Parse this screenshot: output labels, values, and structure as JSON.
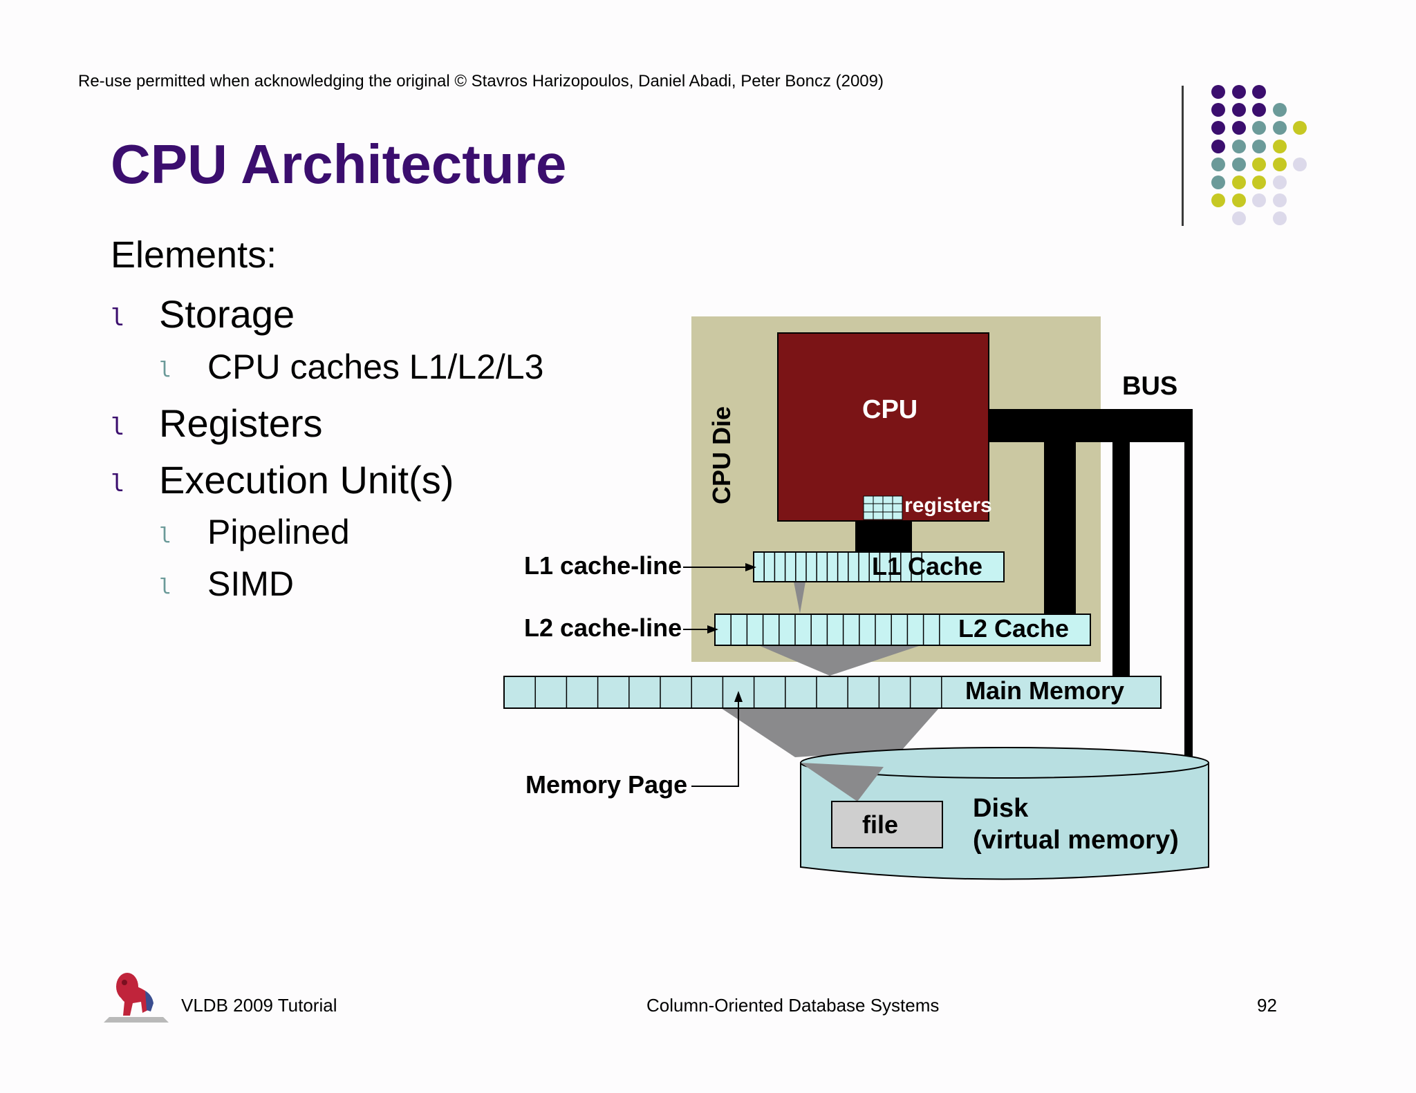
{
  "header": {
    "copyright": "Re-use permitted when acknowledging the original © Stavros Harizopoulos, Daniel Abadi, Peter Boncz (2009)",
    "title": "CPU Architecture"
  },
  "body": {
    "heading": "Elements:",
    "bullet_glyph": "l",
    "items": [
      {
        "level": 1,
        "text": "Storage"
      },
      {
        "level": 2,
        "text": "CPU caches L1/L2/L3"
      },
      {
        "level": 1,
        "text": "Registers"
      },
      {
        "level": 1,
        "text": "Execution Unit(s)"
      },
      {
        "level": 2,
        "text": "Pipelined"
      },
      {
        "level": 2,
        "text": "SIMD"
      }
    ]
  },
  "diagram": {
    "cpu_die": "CPU Die",
    "cpu": "CPU",
    "registers": "registers",
    "bus": "BUS",
    "l1_cache": "L1 Cache",
    "l2_cache": "L2 Cache",
    "main_memory": "Main Memory",
    "l1_cache_line": "L1 cache-line",
    "l2_cache_line": "L2 cache-line",
    "memory_page": "Memory Page",
    "file": "file",
    "disk": "Disk",
    "virtual_memory": "(virtual memory)",
    "colors": {
      "die": "#cbc8a2",
      "cpu": "#7b1416",
      "cache": "#c7f3f2",
      "memory": "#c2e7e8",
      "disk": "#b8dfe1",
      "file": "#cfcfcf",
      "funnel": "#8a8a8c"
    }
  },
  "decoration": {
    "dot_colors": {
      "purple": "#3b0e6e",
      "teal": "#6b9a99",
      "olive": "#c6c823",
      "lavender": "#dcd9ea"
    }
  },
  "footer": {
    "left": "VLDB 2009 Tutorial",
    "center": "Column-Oriented Database Systems",
    "page": "92"
  }
}
